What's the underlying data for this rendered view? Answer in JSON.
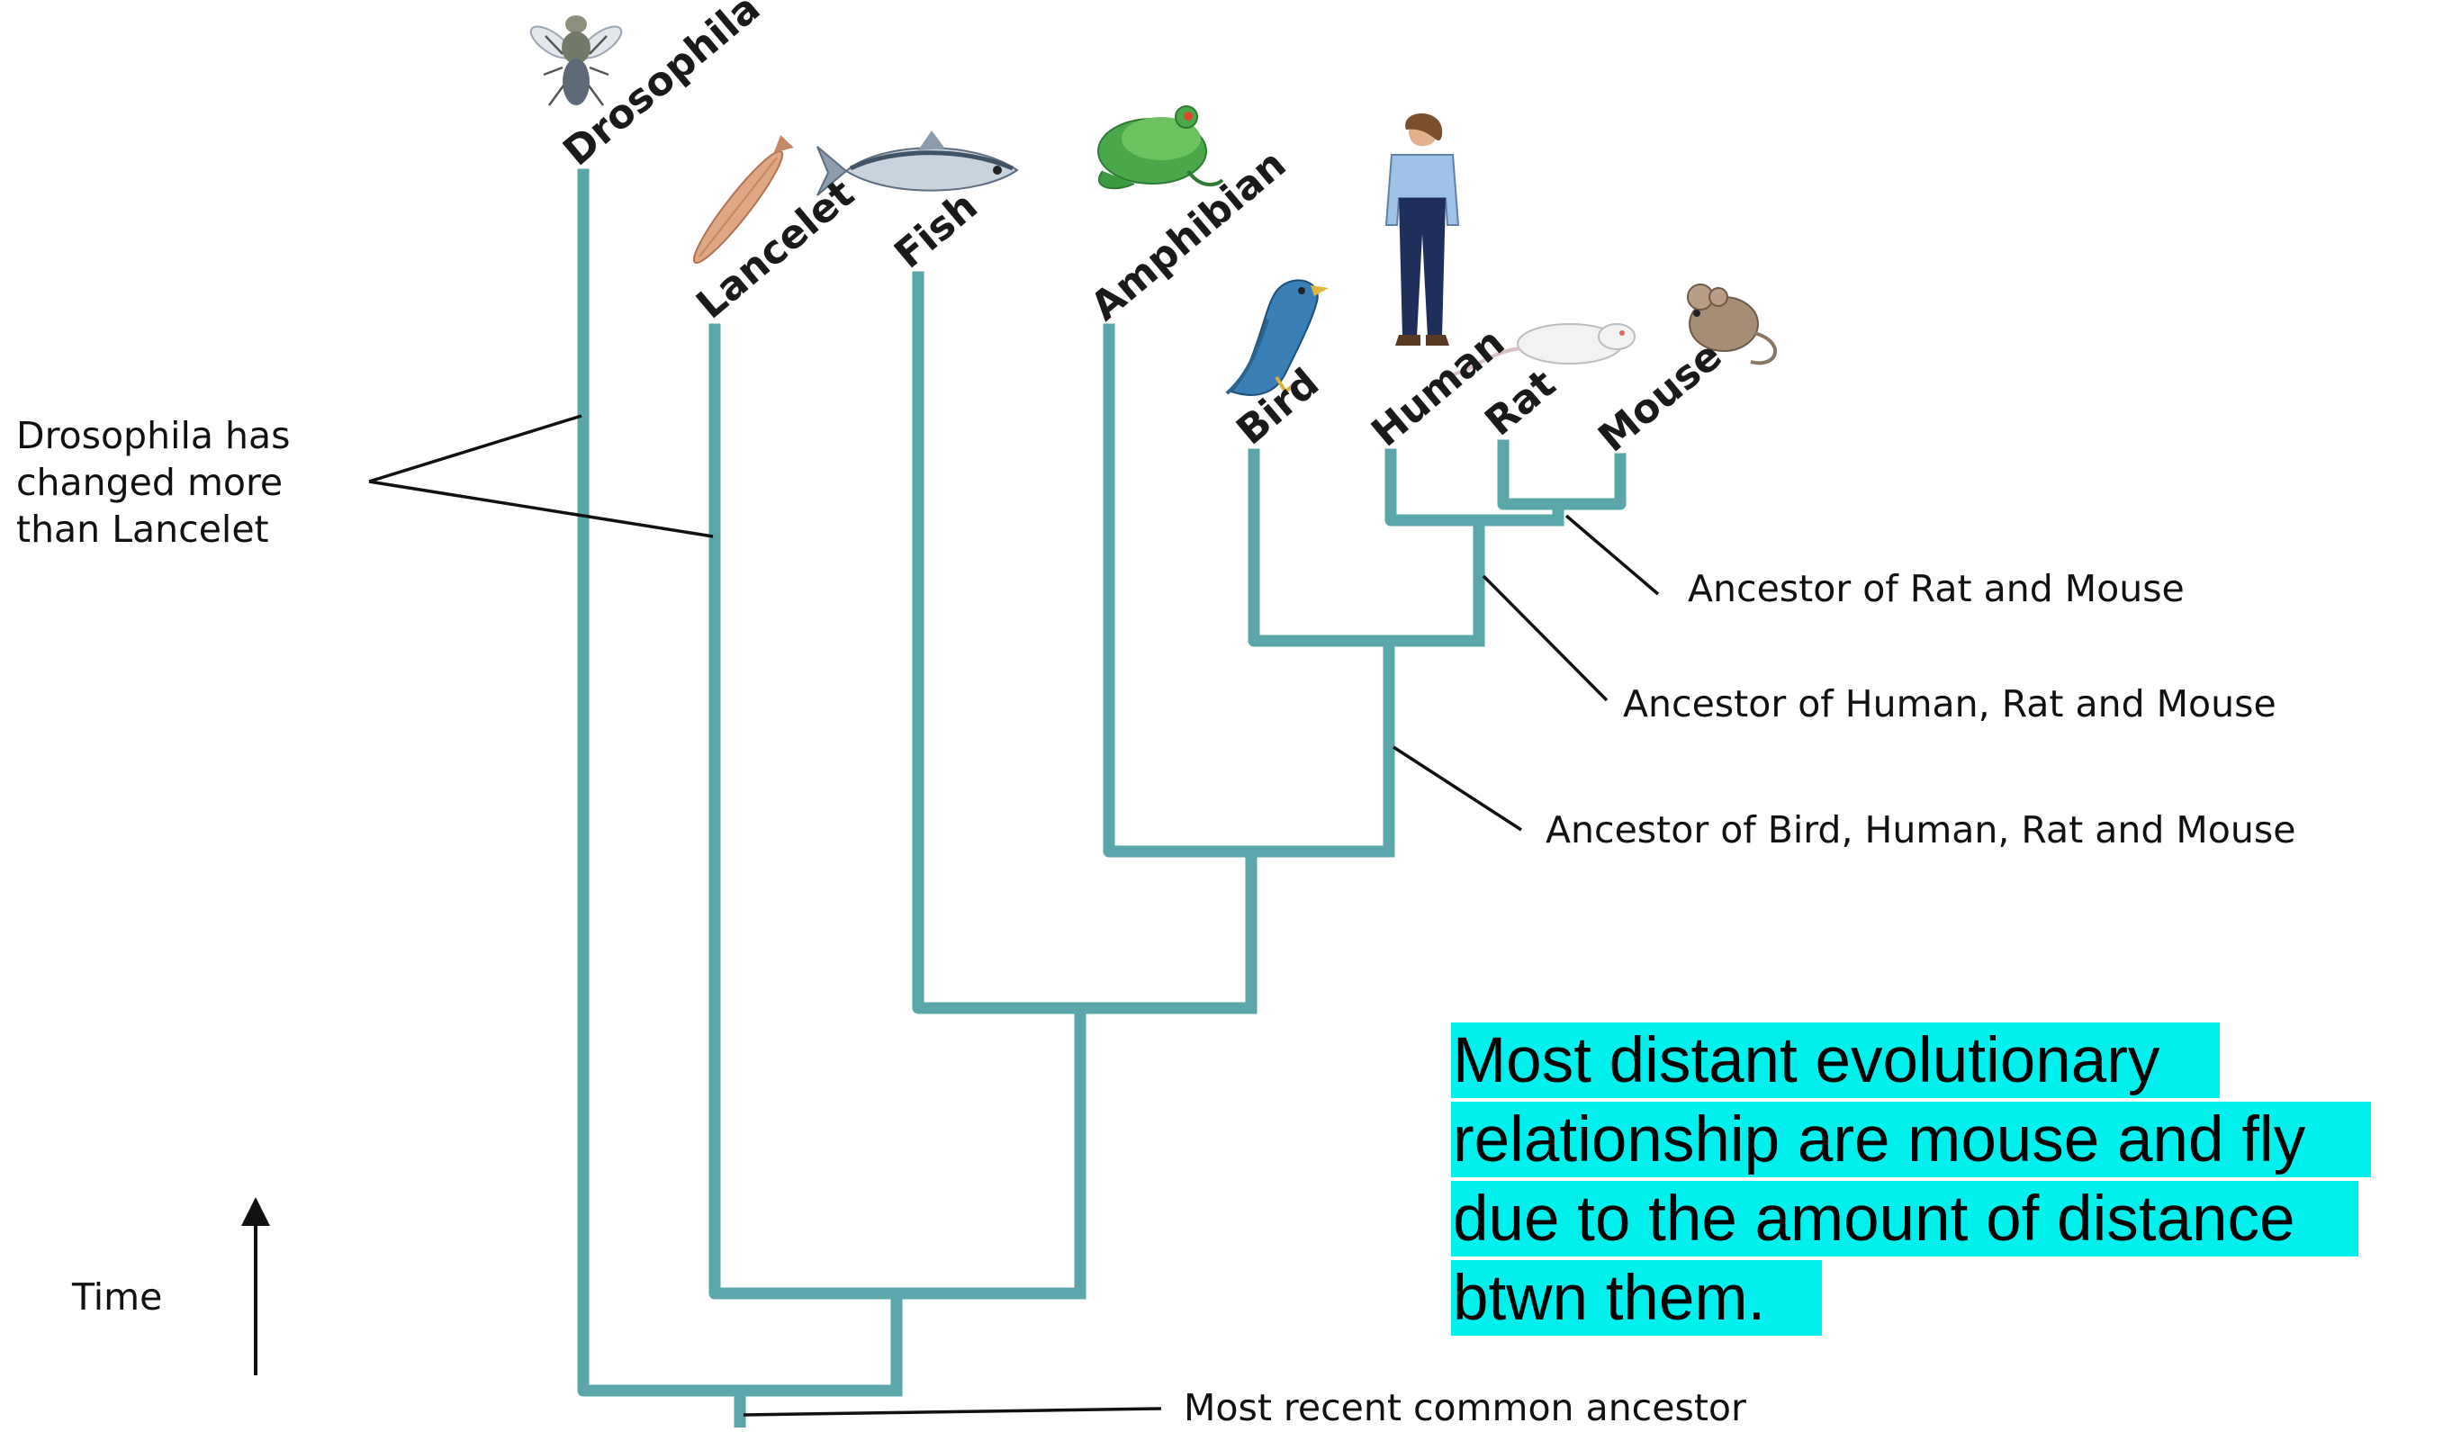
{
  "colors": {
    "branch": "#5aa6ab",
    "leader": "#111111",
    "highlight": "#00f0ee",
    "text": "#1a1a1a"
  },
  "taxa": {
    "drosophila": "Drosophila",
    "lancelet": "Lancelet",
    "fish": "Fish",
    "amphibian": "Amphibian",
    "bird": "Bird",
    "human": "Human",
    "rat": "Rat",
    "mouse": "Mouse"
  },
  "icons": {
    "drosophila": "fly-icon",
    "lancelet": "lancelet-icon",
    "fish": "fish-icon",
    "amphibian": "frog-icon",
    "bird": "bird-icon",
    "human": "human-icon",
    "rat": "rat-icon",
    "mouse": "mouse-icon"
  },
  "annotations": {
    "drosophila_change": [
      "Drosophila has",
      "changed more",
      "than Lancelet"
    ],
    "ancestor_rat_mouse": "Ancestor of Rat and Mouse",
    "ancestor_human_rat_mouse": "Ancestor of Human, Rat and Mouse",
    "ancestor_bird_human_rat_mouse": "Ancestor of Bird, Human, Rat and Mouse",
    "most_recent_common_ancestor": "Most recent common ancestor",
    "time": "Time"
  },
  "callout": {
    "lines": [
      "Most distant evolutionary",
      "relationship are mouse and fly",
      "due to the amount of distance",
      "btwn them."
    ]
  }
}
